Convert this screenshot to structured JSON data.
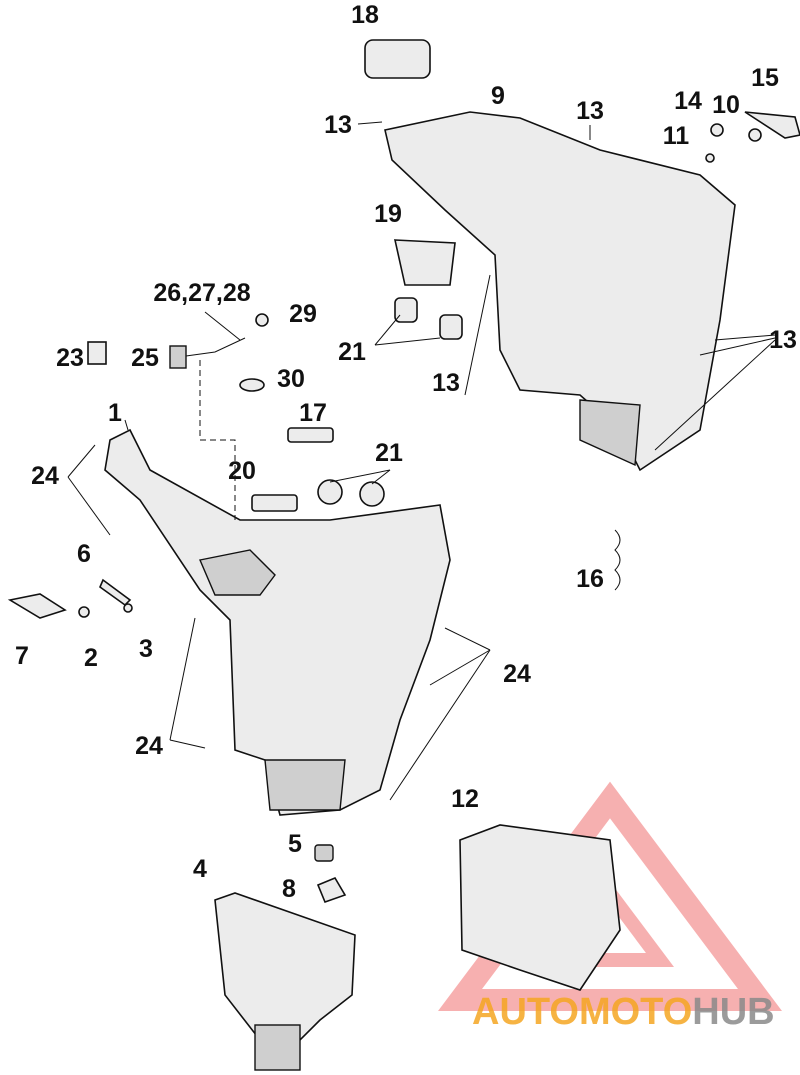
{
  "labels": {
    "l18": "18",
    "l9": "9",
    "l13a": "13",
    "l13b": "13",
    "l14": "14",
    "l10": "10",
    "l15": "15",
    "l11": "11",
    "l19": "19",
    "l262728": "26,27,28",
    "l29": "29",
    "l23": "23",
    "l25": "25",
    "l21a": "21",
    "l13c": "13",
    "l13d": "13",
    "l30": "30",
    "l1": "1",
    "l17": "17",
    "l24a": "24",
    "l21b": "21",
    "l20": "20",
    "l6": "6",
    "l16": "16",
    "l7": "7",
    "l2": "2",
    "l3": "3",
    "l24b": "24",
    "l24c": "24",
    "l12": "12",
    "l5": "5",
    "l4": "4",
    "l8": "8"
  },
  "watermark": {
    "part1": "AUTOMOTO",
    "part2": "HUB",
    "accent": "#f5a623",
    "triangle": "#f08080"
  }
}
